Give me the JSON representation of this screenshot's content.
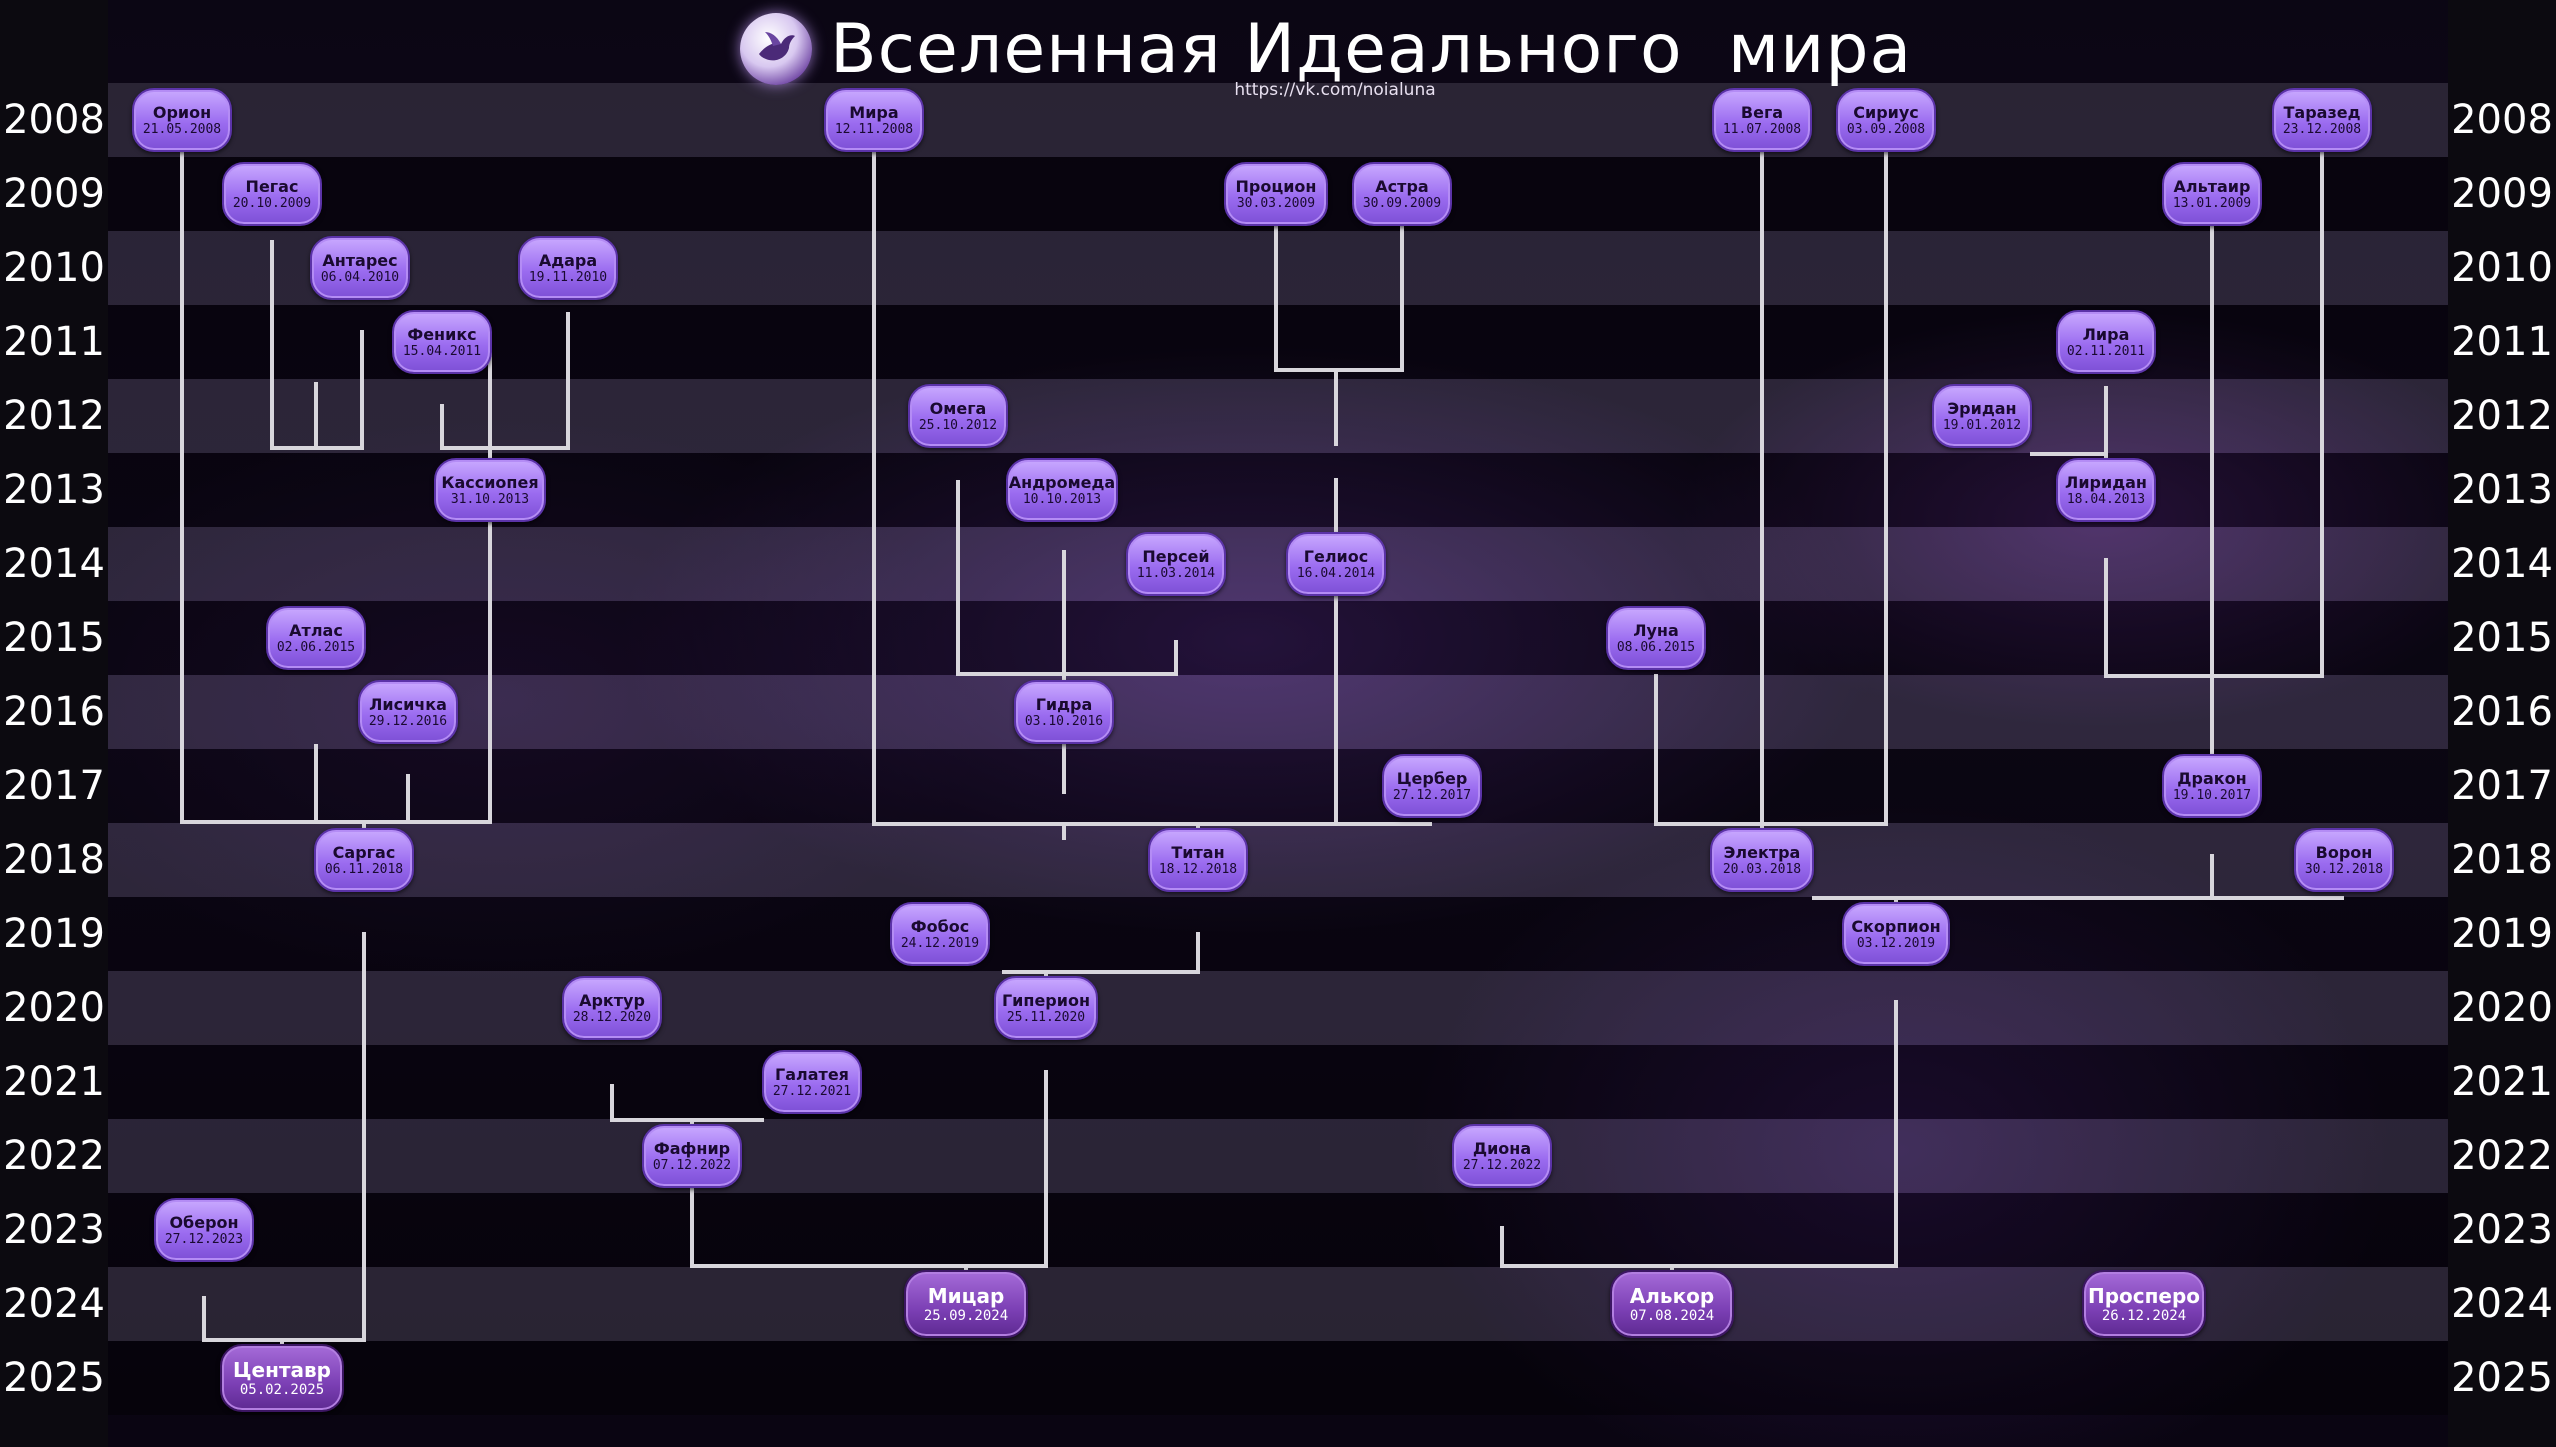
{
  "header": {
    "title": "Вселенная Идеального  мира",
    "url": "https://vk.com/noialuna"
  },
  "colors": {
    "node_fill": "#9b6cf0",
    "node_border": "#5b33a8",
    "root_fill": "#7b3fb4",
    "line": "#d8d6dc"
  },
  "icons": {
    "logo": "dove-moon-icon"
  },
  "years": [
    "2008",
    "2009",
    "2010",
    "2011",
    "2012",
    "2013",
    "2014",
    "2015",
    "2016",
    "2017",
    "2018",
    "2019",
    "2020",
    "2021",
    "2022",
    "2023",
    "2024",
    "2025"
  ],
  "nodes": [
    {
      "id": "orion",
      "name": "Орион",
      "date": "21.05.2008"
    },
    {
      "id": "mira",
      "name": "Мира",
      "date": "12.11.2008"
    },
    {
      "id": "vega",
      "name": "Вега",
      "date": "11.07.2008"
    },
    {
      "id": "sirius",
      "name": "Сириус",
      "date": "03.09.2008"
    },
    {
      "id": "tarazed",
      "name": "Таразед",
      "date": "23.12.2008"
    },
    {
      "id": "pegas",
      "name": "Пегас",
      "date": "20.10.2009"
    },
    {
      "id": "procion",
      "name": "Процион",
      "date": "30.03.2009"
    },
    {
      "id": "astra",
      "name": "Астра",
      "date": "30.09.2009"
    },
    {
      "id": "altair",
      "name": "Альтаир",
      "date": "13.01.2009"
    },
    {
      "id": "antares",
      "name": "Антарес",
      "date": "06.04.2010"
    },
    {
      "id": "adara",
      "name": "Адара",
      "date": "19.11.2010"
    },
    {
      "id": "feniks",
      "name": "Феникс",
      "date": "15.04.2011"
    },
    {
      "id": "lira",
      "name": "Лира",
      "date": "02.11.2011"
    },
    {
      "id": "omega",
      "name": "Омега",
      "date": "25.10.2012"
    },
    {
      "id": "eridan",
      "name": "Эридан",
      "date": "19.01.2012"
    },
    {
      "id": "kassiopeya",
      "name": "Кассиопея",
      "date": "31.10.2013"
    },
    {
      "id": "andromeda",
      "name": "Андромеда",
      "date": "10.10.2013"
    },
    {
      "id": "liridan",
      "name": "Лиридан",
      "date": "18.04.2013"
    },
    {
      "id": "persey",
      "name": "Персей",
      "date": "11.03.2014"
    },
    {
      "id": "gelios",
      "name": "Гелиос",
      "date": "16.04.2014"
    },
    {
      "id": "atlas",
      "name": "Атлас",
      "date": "02.06.2015"
    },
    {
      "id": "luna",
      "name": "Луна",
      "date": "08.06.2015"
    },
    {
      "id": "lisichka",
      "name": "Лисичка",
      "date": "29.12.2016"
    },
    {
      "id": "gidra",
      "name": "Гидра",
      "date": "03.10.2016"
    },
    {
      "id": "cerber",
      "name": "Цербер",
      "date": "27.12.2017"
    },
    {
      "id": "drakon",
      "name": "Дракон",
      "date": "19.10.2017"
    },
    {
      "id": "sargas",
      "name": "Саргас",
      "date": "06.11.2018"
    },
    {
      "id": "titan",
      "name": "Титан",
      "date": "18.12.2018"
    },
    {
      "id": "elektra",
      "name": "Электра",
      "date": "20.03.2018"
    },
    {
      "id": "voron",
      "name": "Ворон",
      "date": "30.12.2018"
    },
    {
      "id": "fobos",
      "name": "Фобос",
      "date": "24.12.2019"
    },
    {
      "id": "skorpion",
      "name": "Скорпион",
      "date": "03.12.2019"
    },
    {
      "id": "arktur",
      "name": "Арктур",
      "date": "28.12.2020"
    },
    {
      "id": "giperion",
      "name": "Гиперион",
      "date": "25.11.2020"
    },
    {
      "id": "galateya",
      "name": "Галатея",
      "date": "27.12.2021"
    },
    {
      "id": "fafnir",
      "name": "Фафнир",
      "date": "07.12.2022"
    },
    {
      "id": "diona",
      "name": "Диона",
      "date": "27.12.2022"
    },
    {
      "id": "oberon",
      "name": "Оберон",
      "date": "27.12.2023"
    },
    {
      "id": "micar",
      "name": "Мицар",
      "date": "25.09.2024"
    },
    {
      "id": "alkor",
      "name": "Алькор",
      "date": "07.08.2024"
    },
    {
      "id": "prospero",
      "name": "Просперо",
      "date": "26.12.2024"
    },
    {
      "id": "centavr",
      "name": "Центавр",
      "date": "05.02.2025"
    }
  ]
}
